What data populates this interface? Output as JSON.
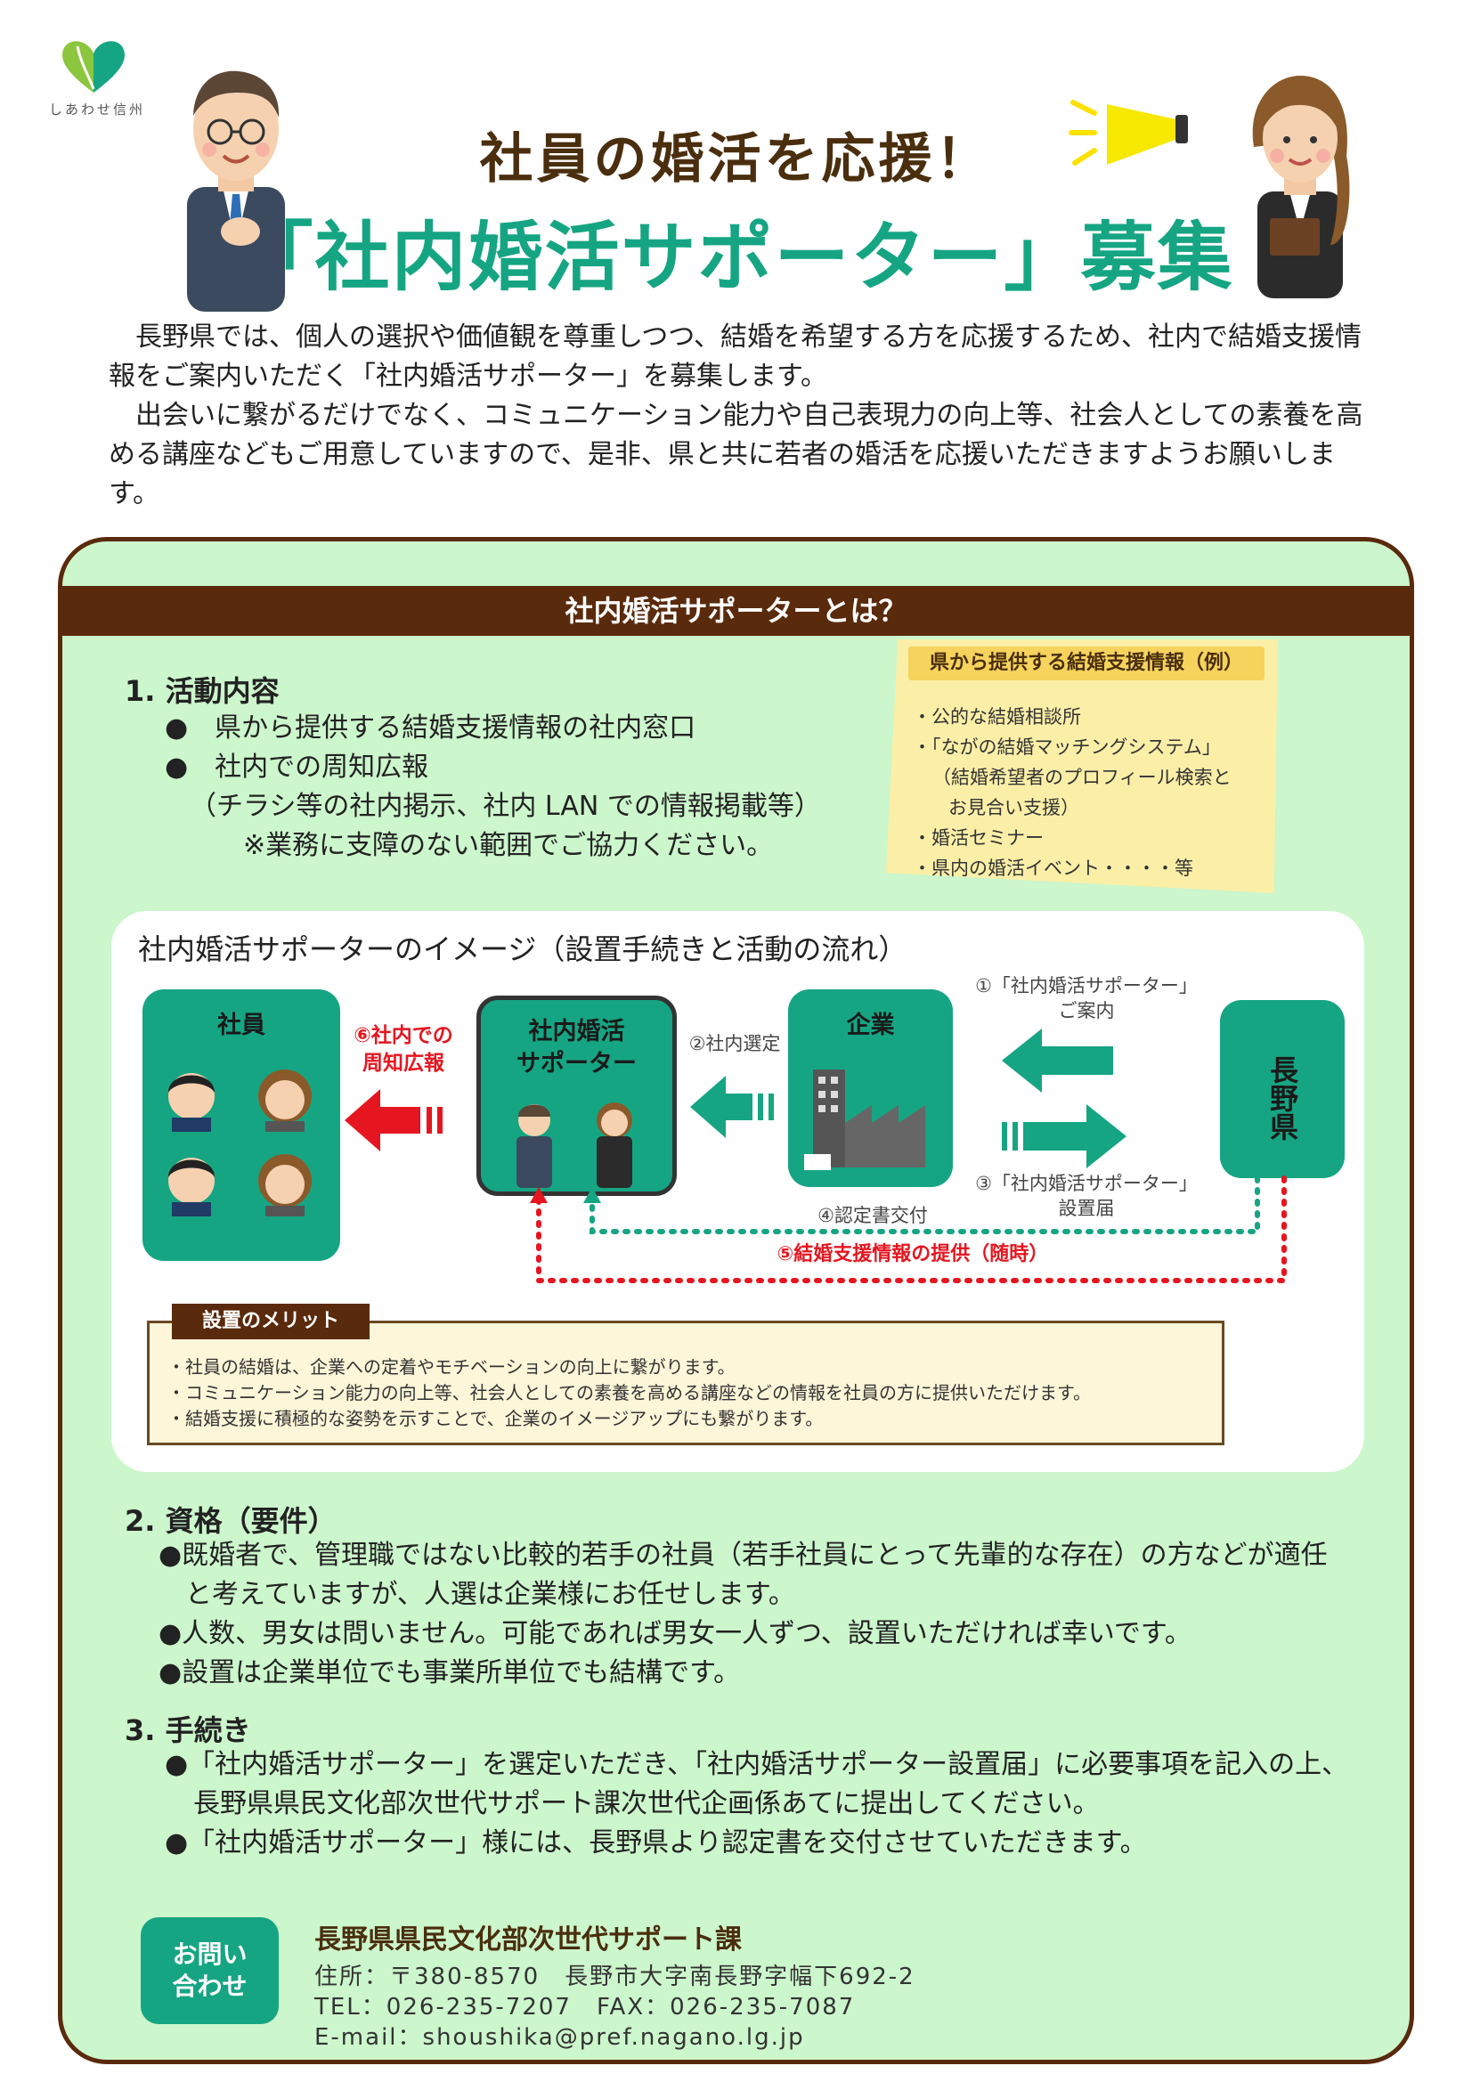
{
  "logo": {
    "text": "しあわせ信州"
  },
  "header": {
    "title_line1": "社員の婚活を応援！",
    "title_line2": "「社内婚活サポーター」募集"
  },
  "intro": {
    "para1": "長野県では、個人の選択や価値観を尊重しつつ、結婚を希望する方を応援するため、社内で結婚支援情報をご案内いただく「社内婚活サポーター」を募集します。",
    "para2": "出会いに繋がるだけでなく、コミュニケーション能力や自己表現力の向上等、社会人としての素養を高める講座などもご用意していますので、是非、県と共に若者の婚活を応援いただきますようお願いします。"
  },
  "panel": {
    "heading": "社内婚活サポーターとは？"
  },
  "section1": {
    "title": "1. 活動内容",
    "bullet1": "●　県から提供する結婚支援情報の社内窓口",
    "bullet2": "●　社内での周知広報",
    "sub1": "（チラシ等の社内掲示、社内 LAN での情報掲載等）",
    "sub2": "※業務に支障のない範囲でご協力ください。"
  },
  "note": {
    "heading": "県から提供する結婚支援情報（例）",
    "items": [
      "・公的な結婚相談所",
      "・「ながの結婚マッチングシステム」",
      "（結婚希望者のプロフィール検索と",
      "お見合い支援）",
      "・婚活セミナー",
      "・県内の婚活イベント・・・・等"
    ]
  },
  "flow": {
    "title": "社内婚活サポーターのイメージ（設置手続きと活動の流れ）",
    "box_shain": "社員",
    "box_supporter_l1": "社内婚活",
    "box_supporter_l2": "サポーター",
    "box_kigyo": "企業",
    "box_ken": "長野県",
    "step1_l1": "①「社内婚活サポーター」",
    "step1_l2": "ご案内",
    "step2": "②社内選定",
    "step3_l1": "③「社内婚活サポーター」",
    "step3_l2": "設置届",
    "step4": "④認定書交付",
    "step5": "⑤結婚支援情報の提供（随時）",
    "step6_l1": "⑥社内での",
    "step6_l2": "周知広報",
    "colors": {
      "green": "#16a583",
      "red": "#e51620"
    }
  },
  "merit": {
    "tab": "設置のメリット",
    "items": [
      "・社員の結婚は、企業への定着やモチベーションの向上に繋がります。",
      "・コミュニケーション能力の向上等、社会人としての素養を高める講座などの情報を社員の方に提供いただけます。",
      "・結婚支援に積極的な姿勢を示すことで、企業のイメージアップにも繋がります。"
    ]
  },
  "section2": {
    "title": "2. 資格（要件）",
    "b1a": "●既婚者で、管理職ではない比較的若手の社員（若手社員にとって先輩的な存在）の方などが適任",
    "b1b": "と考えていますが、人選は企業様にお任せします。",
    "b2": "●人数、男女は問いません。可能であれば男女一人ずつ、設置いただければ幸いです。",
    "b3": "●設置は企業単位でも事業所単位でも結構です。"
  },
  "section3": {
    "title": "3. 手続き",
    "b1a": "●「社内婚活サポーター」を選定いただき、「社内婚活サポーター設置届」に必要事項を記入の上、",
    "b1b": "長野県県民文化部次世代サポート課次世代企画係あてに提出してください。",
    "b2": "●「社内婚活サポーター」様には、長野県より認定書を交付させていただきます。"
  },
  "contact": {
    "button_l1": "お問い",
    "button_l2": "合わせ",
    "org": "長野県県民文化部次世代サポート課",
    "address": "住所：〒380-8570　長野市大字南長野字幅下692-2",
    "tel": "TEL：026-235-7207　FAX：026-235-7087",
    "email": "E-mail：shoushika@pref.nagano.lg.jp"
  }
}
